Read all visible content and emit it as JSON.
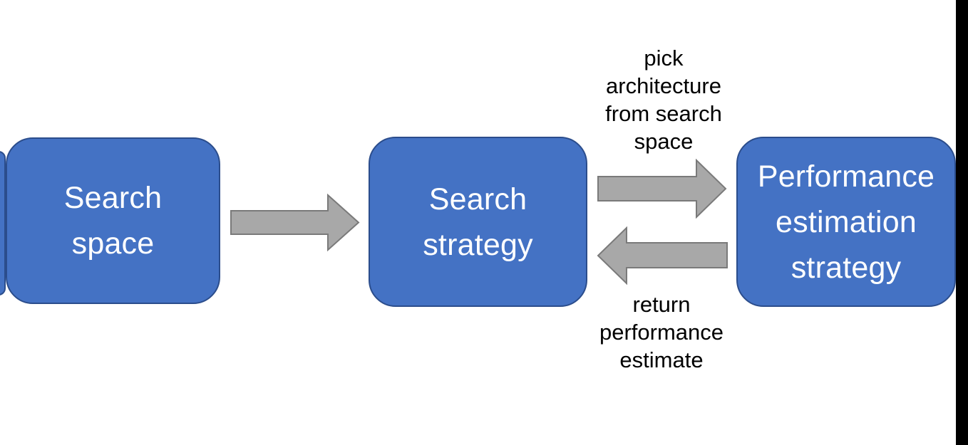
{
  "diagram": {
    "boxes": [
      {
        "id": "search-space",
        "lines": [
          "Search",
          "space"
        ]
      },
      {
        "id": "search-strategy",
        "lines": [
          "Search",
          "strategy"
        ]
      },
      {
        "id": "performance-estimation-strategy",
        "lines": [
          "Performance",
          "estimation",
          "strategy"
        ]
      }
    ],
    "arrows": [
      {
        "id": "search-space-to-search-strategy",
        "direction": "right",
        "label": ""
      },
      {
        "id": "search-strategy-to-performance-estimation",
        "direction": "right",
        "label": "pick architecture from search space"
      },
      {
        "id": "performance-estimation-to-search-strategy",
        "direction": "left",
        "label": "return performance estimate"
      }
    ],
    "arrow_labels": {
      "pick": {
        "lines": [
          "pick",
          "architecture",
          "from search",
          "space"
        ]
      },
      "return": {
        "lines": [
          "return",
          "performance",
          "estimate"
        ]
      }
    },
    "colors": {
      "box_fill": "#4472C4",
      "box_border": "#2B4D8C",
      "box_text": "#FFFFFF",
      "arrow_fill": "#A8A8A8",
      "arrow_border": "#7A7A7A",
      "label_text": "#000000",
      "background": "#FFFFFF",
      "right_edge_bar": "#000000"
    }
  }
}
